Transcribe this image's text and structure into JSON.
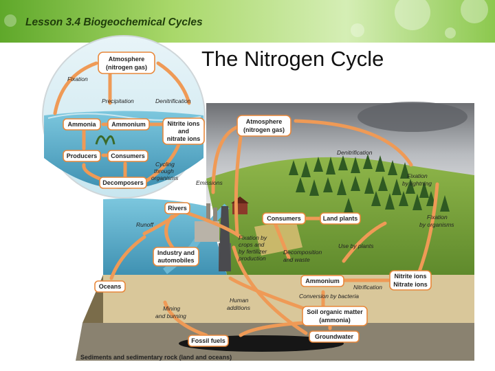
{
  "lesson_title": "Lesson 3.4 Biogeochemical Cycles",
  "slide_title": "The Nitrogen Cycle",
  "colors": {
    "accent": "#e8873a",
    "arrow": "#ef9a56",
    "header_green": "#7cbf2f",
    "water": "#4fa9c8",
    "land": "#7aa33a",
    "soil": "#d9c79a",
    "sediment": "#8a8270"
  },
  "inset": {
    "atmosphere": "Atmosphere",
    "nitrogen_gas": "(nitrogen gas)",
    "fixation": "Fixation",
    "precipitation": "Precipitation",
    "denitrification": "Denitrification",
    "ammonia": "Ammonia",
    "ammonium": "Ammonium",
    "nitrite_ions": "Nitrite ions",
    "and": "and",
    "nitrate_ions": "nitrate ions",
    "producers": "Producers",
    "consumers": "Consumers",
    "cycling_1": "Cycling",
    "cycling_2": "through",
    "cycling_3": "organisms",
    "decomposers": "Decomposers"
  },
  "main": {
    "atmosphere": "Atmosphere",
    "nitrogen_gas": "(nitrogen gas)",
    "denitrification": "Denitrification",
    "fixation_lightning_1": "Fixation",
    "fixation_lightning_2": "by lightning",
    "fixation_organisms_1": "Fixation",
    "fixation_organisms_2": "by organisms",
    "emissions": "Emissions",
    "rivers": "Rivers",
    "runoff": "Runoff",
    "consumers": "Consumers",
    "land_plants": "Land plants",
    "fixation_crops_1": "Fixation by",
    "fixation_crops_2": "crops and",
    "fixation_crops_3": "by fertilizer",
    "fixation_crops_4": "production",
    "use_by_plants": "Use by plants",
    "decomposition_1": "Decomposition",
    "decomposition_2": "and waste",
    "industry_1": "Industry and",
    "industry_2": "automobiles",
    "ammonium": "Ammonium",
    "nitrification": "Nitrification",
    "nitrite_ions": "Nitrite ions",
    "nitrate_ions": "Nitrate ions",
    "conversion": "Conversion by bacteria",
    "oceans": "Oceans",
    "human_1": "Human",
    "human_2": "additions",
    "soil_1": "Soil organic matter",
    "soil_2": "(ammonia)",
    "mining_1": "Mining",
    "mining_2": "and burning",
    "groundwater": "Groundwater",
    "fossil_fuels": "Fossil fuels",
    "sediments": "Sediments and sedimentary rock (land and oceans)"
  }
}
